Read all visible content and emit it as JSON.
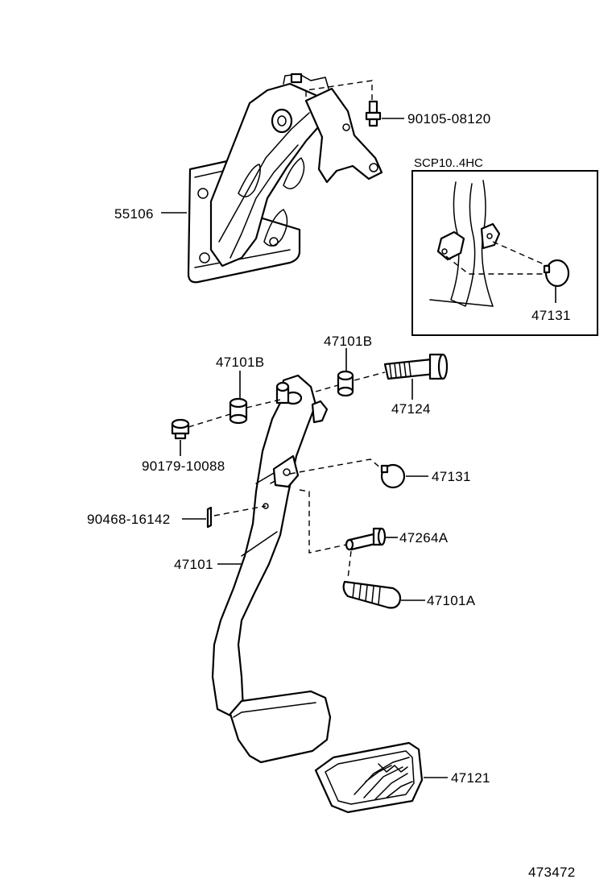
{
  "inset": {
    "title": "SCP10..4HC",
    "part": "47131"
  },
  "labels": {
    "p90105": "90105-08120",
    "p55106": "55106",
    "p47101B_left": "47101B",
    "p47101B_right": "47101B",
    "p47124": "47124",
    "p90179": "90179-10088",
    "p47131": "47131",
    "p90468": "90468-16142",
    "p47264A": "47264A",
    "p47101": "47101",
    "p47101A": "47101A",
    "p47121": "47121"
  },
  "diagram_id": "473472"
}
